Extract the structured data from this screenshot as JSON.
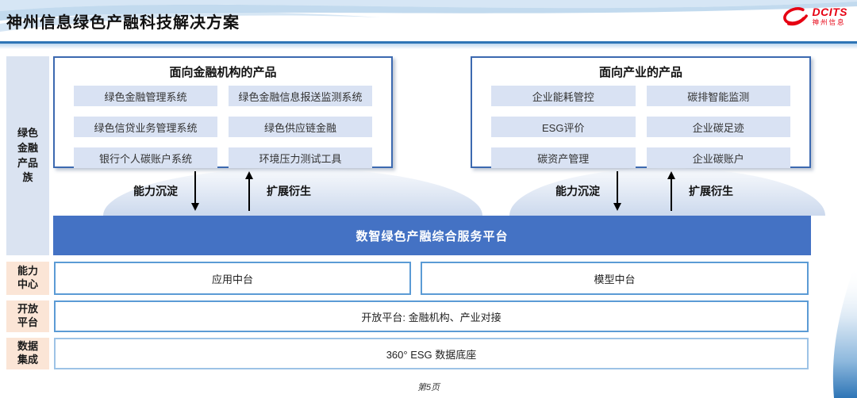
{
  "header": {
    "title": "神州信息绿色产融科技解决方案",
    "logo": {
      "name": "DCITS",
      "subname": "神州信息"
    }
  },
  "sidebar": {
    "product_family_label": "绿色金融产品族",
    "capability_label": "能力中心",
    "open_label": "开放平台",
    "data_label": "数据集成"
  },
  "groups": [
    {
      "title": "面向金融机构的产品",
      "items": [
        "绿色金融管理系统",
        "绿色金融信息报送监测系统",
        "绿色信贷业务管理系统",
        "绿色供应链金融",
        "银行个人碳账户系统",
        "环境压力测试工具"
      ]
    },
    {
      "title": "面向产业的产品",
      "items": [
        "企业能耗管控",
        "碳排智能监测",
        "ESG评价",
        "企业碳足迹",
        "碳资产管理",
        "企业碳账户"
      ]
    }
  ],
  "flows": {
    "down_label": "能力沉淀",
    "up_label": "扩展衍生"
  },
  "platform": {
    "title": "数智绿色产融综合服务平台"
  },
  "middle": {
    "left": "应用中台",
    "right": "模型中台"
  },
  "open_platform": {
    "text": "开放平台: 金融机构、产业对接"
  },
  "data_layer": {
    "text": "360° ESG 数据底座"
  },
  "footer": {
    "page": "第5页"
  },
  "colors": {
    "platform_blue": "#4472c4",
    "rule_blue": "#2e75b6",
    "item_bg": "#d9e2f3",
    "sidebar_blue_bg": "#dae3f1",
    "sidebar_peach_bg": "#fbe5d6",
    "box_border_blue": "#5b9bd5",
    "logo_red": "#e60012"
  }
}
